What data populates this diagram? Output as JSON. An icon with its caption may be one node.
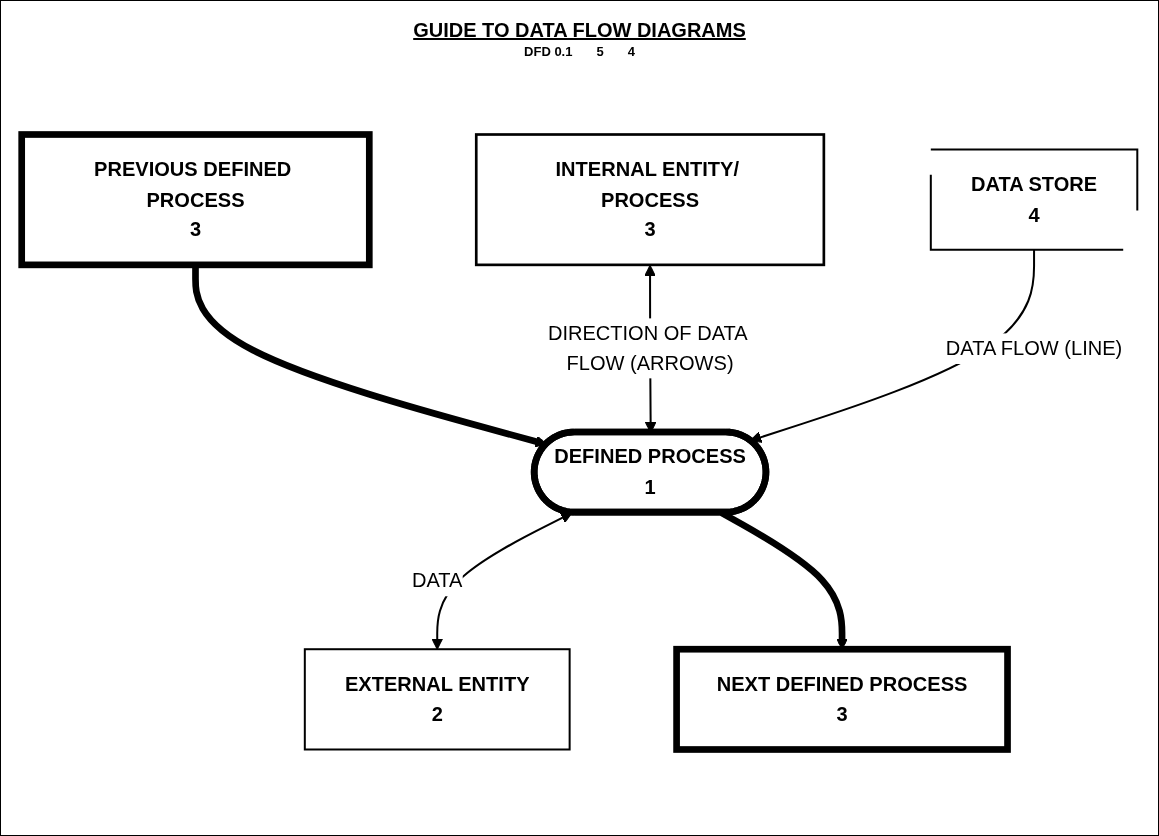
{
  "diagram": {
    "title": "GUIDE TO DATA FLOW DIAGRAMS",
    "nodes": [
      {
        "text": [
          "PREVIOUS DEFINED PROCESS",
          "3"
        ]
      },
      {
        "text": [
          "EXTERNAL ENTITY",
          "2"
        ]
      },
      {
        "text": [
          "INTERNAL ENTITY/ PROCESS",
          "3"
        ]
      },
      {
        "text": [
          "DEFINED PROCESS",
          "1"
        ]
      },
      {
        "text": [
          "DATA STORE",
          "4"
        ]
      },
      {
        "text": [
          "NEXT DEFINED PROCESS",
          "3"
        ]
      }
    ],
    "edges": [
      {
        "from": 0,
        "to": 3,
        "arrow": "to",
        "style": "thick"
      },
      {
        "from": 3,
        "to": 1,
        "arrow": "both",
        "label": "DATA"
      },
      {
        "from": 2,
        "to": 3,
        "arrow": "both",
        "label": "DIRECTION OF DATA FLOW (ARROWS)"
      },
      {
        "from": 4,
        "to": 3,
        "arrow": "to",
        "label": "DATA FLOW (LINE)"
      },
      {
        "from": 3,
        "to": 5,
        "arrow": "to",
        "style": "thick"
      }
    ],
    "labels": [
      "DFD 0.1",
      "5",
      "4"
    ]
  }
}
